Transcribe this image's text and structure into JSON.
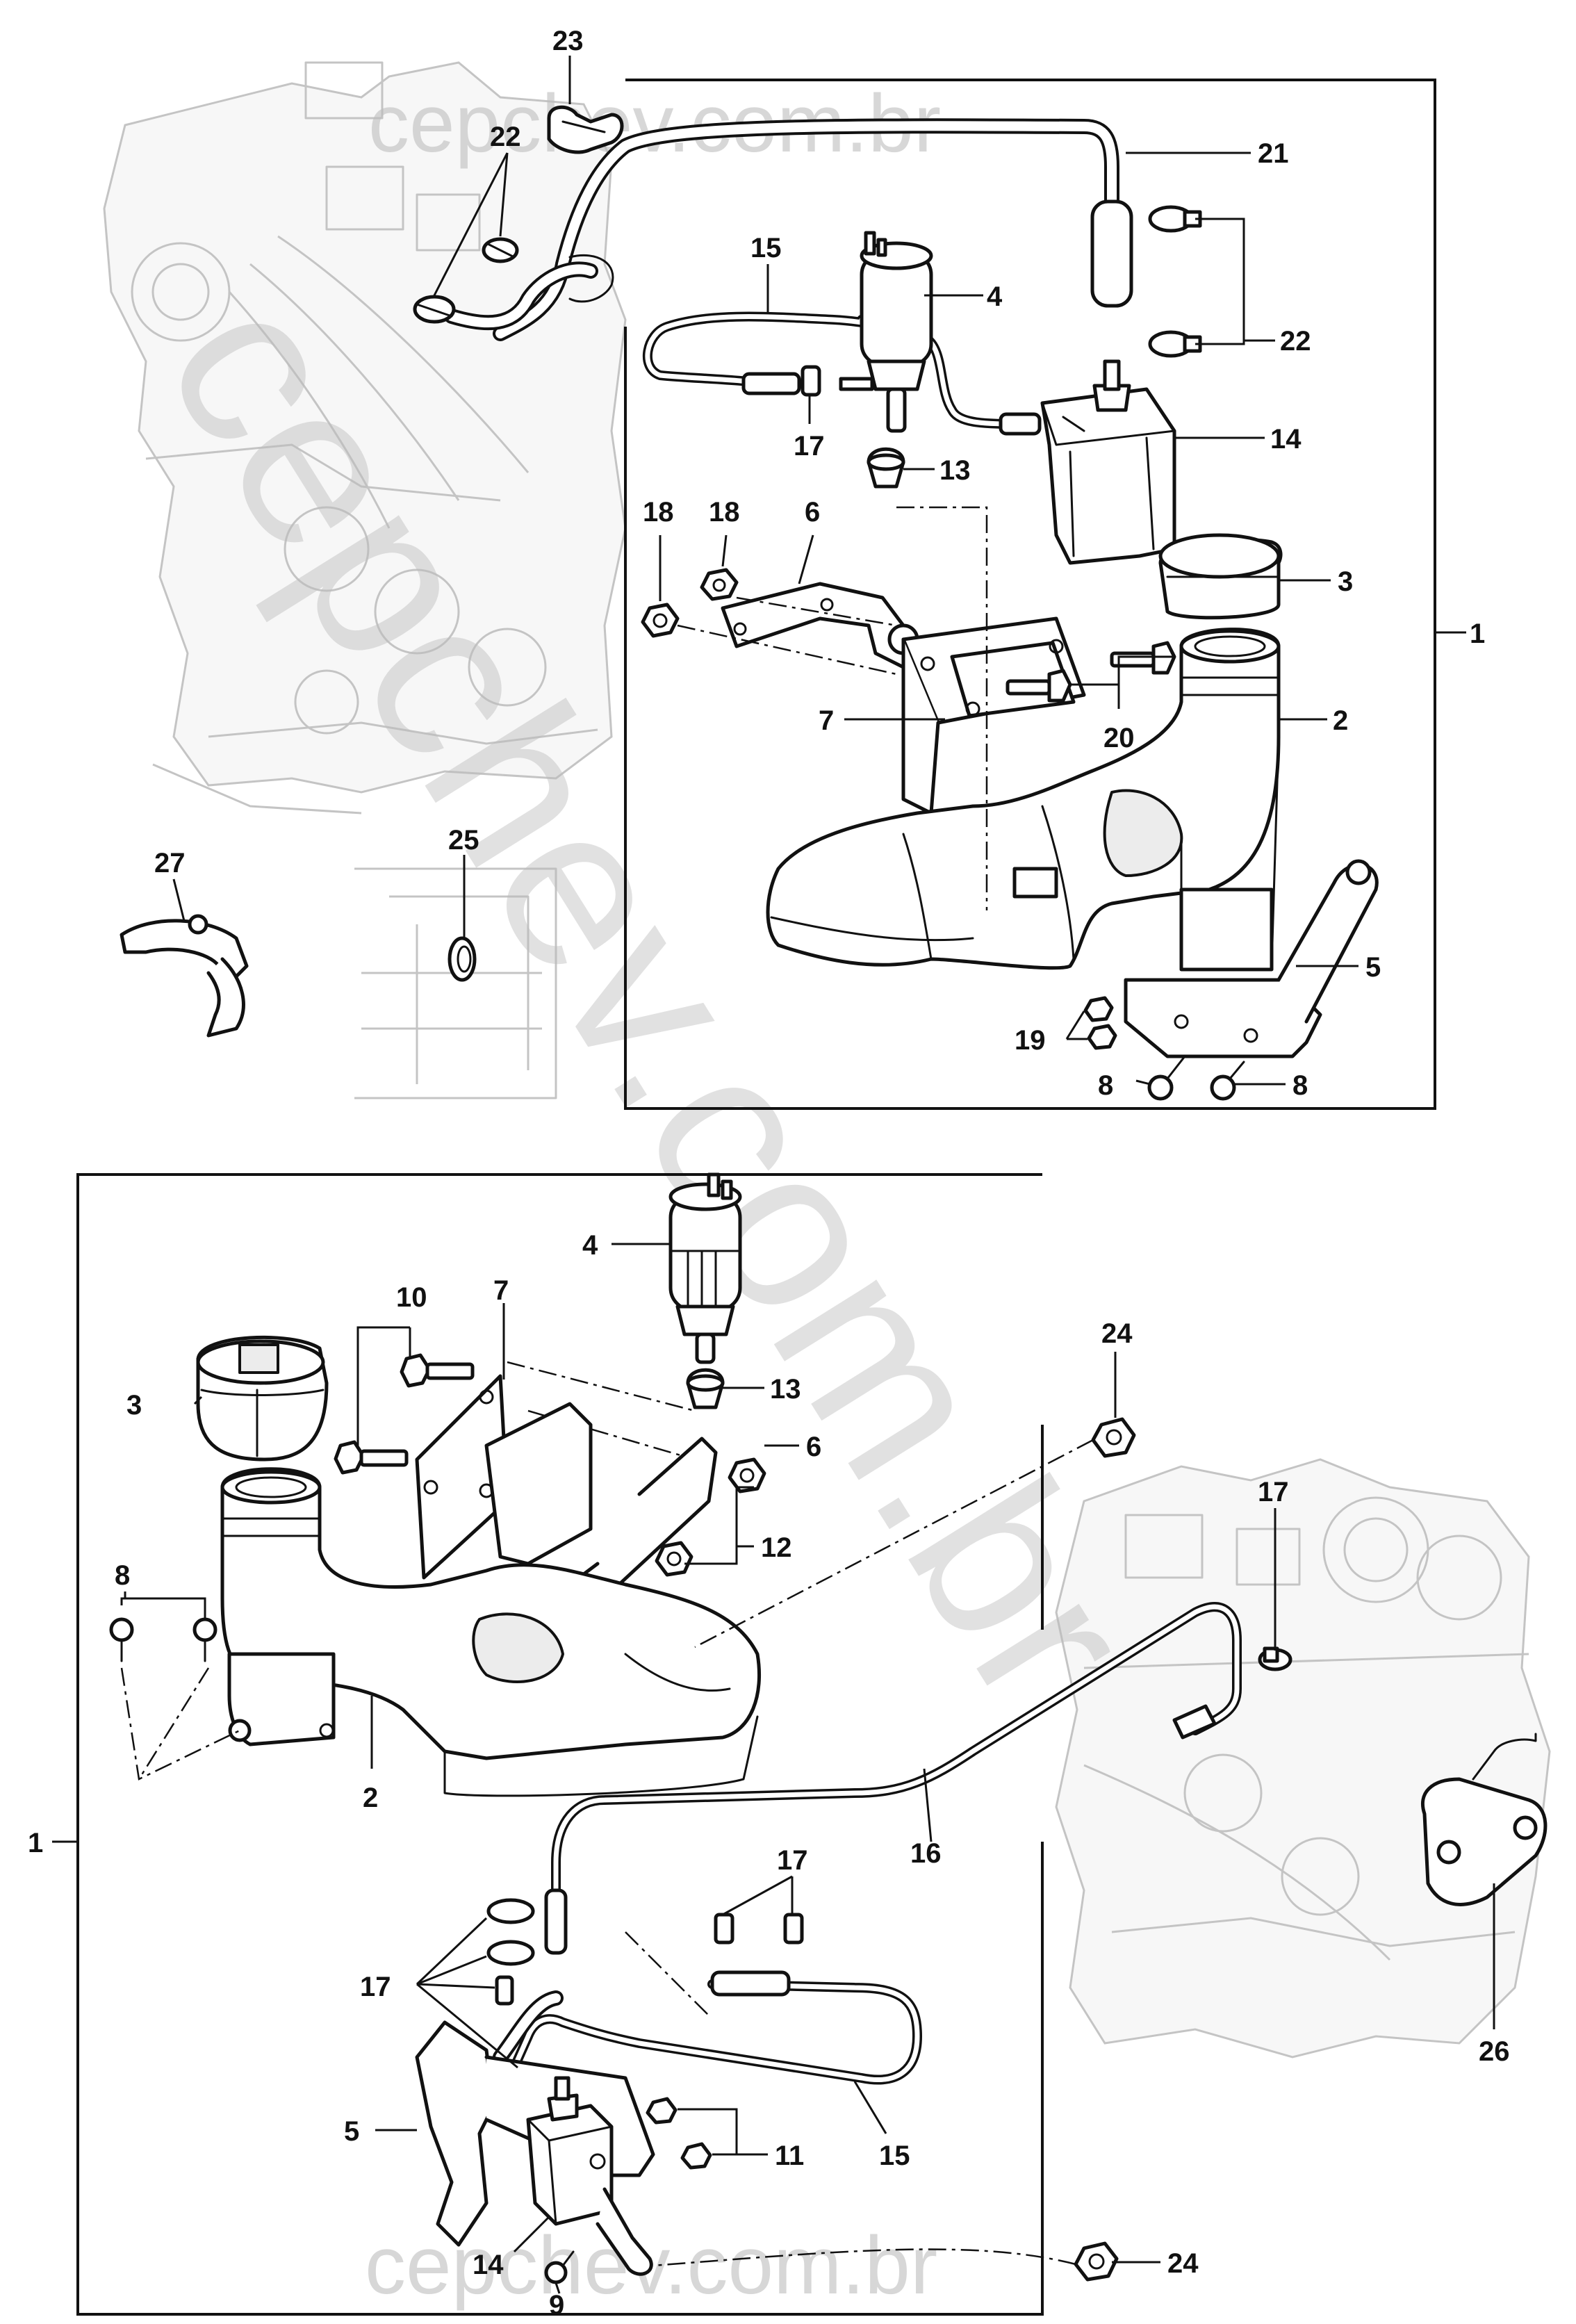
{
  "watermark": {
    "repeated_text": "cepchev.com.br",
    "side_text": "cepchev.com.br"
  },
  "colors": {
    "line": "#111111",
    "phantom": "#c4c4c4",
    "watermark": "#bdbdbd",
    "background": "#ffffff"
  },
  "callouts": {
    "top": {
      "c23": "23",
      "c22a": "22",
      "c21": "21",
      "c22b": "22",
      "c15": "15",
      "c4": "4",
      "c17": "17",
      "c14": "14",
      "c13": "13",
      "c18a": "18",
      "c18b": "18",
      "c6": "6",
      "c3": "3",
      "c1": "1",
      "c7": "7",
      "c20": "20",
      "c2": "2",
      "c27": "27",
      "c25": "25",
      "c5": "5",
      "c19": "19",
      "c8a": "8",
      "c8b": "8"
    },
    "bottom": {
      "c4": "4",
      "c10": "10",
      "c7": "7",
      "c13": "13",
      "c3": "3",
      "c6": "6",
      "c24a": "24",
      "c17a": "17",
      "c12": "12",
      "c8": "8",
      "c2": "2",
      "c1": "1",
      "c16": "16",
      "c17b": "17",
      "c17c": "17",
      "c26": "26",
      "c5": "5",
      "c15": "15",
      "c11": "11",
      "c24b": "24",
      "c14": "14",
      "c9": "9"
    }
  }
}
